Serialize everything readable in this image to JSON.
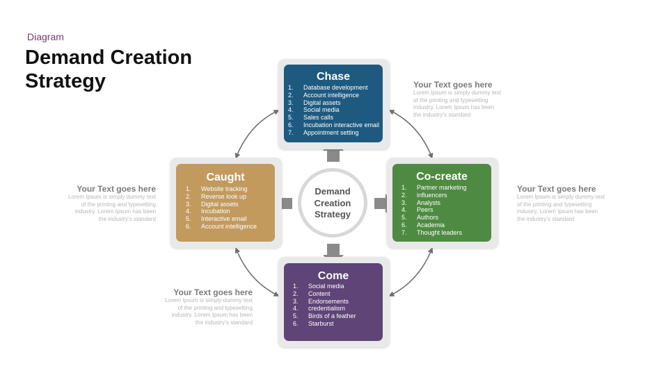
{
  "header": {
    "eyebrow": "Diagram",
    "title": "Demand Creation Strategy"
  },
  "center": {
    "line1": "Demand",
    "line2": "Creation",
    "line3": "Strategy"
  },
  "boxes": {
    "chase": {
      "title": "Chase",
      "color": "#1e5a80",
      "items": [
        {
          "n": "1.",
          "t": "Database development"
        },
        {
          "n": "2.",
          "t": "Account intelligence"
        },
        {
          "n": "3.",
          "t": "Digital assets"
        },
        {
          "n": "4.",
          "t": "Social media"
        },
        {
          "n": "5.",
          "t": "Sales calls"
        },
        {
          "n": "6.",
          "t": "Incubation interactive email"
        },
        {
          "n": "7.",
          "t": "Appointment setting"
        }
      ]
    },
    "caught": {
      "title": "Caught",
      "color": "#c29a5e",
      "items": [
        {
          "n": "1.",
          "t": "Website tracking"
        },
        {
          "n": "2.",
          "t": "Reverse look up"
        },
        {
          "n": "3.",
          "t": "Digital assets"
        },
        {
          "n": "4.",
          "t": "Incubation"
        },
        {
          "n": "5.",
          "t": "Interactive email"
        },
        {
          "n": "6.",
          "t": "Account intelligence"
        }
      ]
    },
    "cocreate": {
      "title": "Co-create",
      "color": "#4f8a43",
      "items": [
        {
          "n": "1.",
          "t": "Partner marketing"
        },
        {
          "n": "2.",
          "t": "influencers"
        },
        {
          "n": "3.",
          "t": "Analysts"
        },
        {
          "n": "4.",
          "t": "Peers"
        },
        {
          "n": "5.",
          "t": "Authors"
        },
        {
          "n": "6.",
          "t": "Academia"
        },
        {
          "n": "7.",
          "t": "Thought leaders"
        }
      ]
    },
    "come": {
      "title": "Come",
      "color": "#5e4477",
      "items": [
        {
          "n": "1.",
          "t": "Social media"
        },
        {
          "n": "2.",
          "t": "Content"
        },
        {
          "n": "3.",
          "t": "Endorsements"
        },
        {
          "n": "4.",
          "t": "credentialism"
        },
        {
          "n": "5.",
          "t": "Birds of a feather"
        },
        {
          "n": "6.",
          "t": "Starburst"
        }
      ]
    }
  },
  "notes": {
    "top_right": {
      "heading": "Your  Text goes here",
      "l1": "Lorem Ipsum is simply dummy text",
      "l2": "of the printing and typesetting",
      "l3": "industry. Lorem Ipsum has been",
      "l4": "the industry’s standard"
    },
    "right": {
      "heading": "Your  Text goes here",
      "l1": "Lorem Ipsum is simply dummy text",
      "l2": "of the printing and typesetting",
      "l3": "industry. Lorem Ipsum has been",
      "l4": "the industry’s standard"
    },
    "left": {
      "heading": "Your  Text goes here",
      "l1": "Lorem Ipsum is simply dummy text",
      "l2": "of the printing and typesetting",
      "l3": "industry. Lorem Ipsum has been",
      "l4": "the industry’s standard"
    },
    "bottom_left": {
      "heading": "Your  Text goes here",
      "l1": "Lorem Ipsum is simply dummy text",
      "l2": "of the printing and typesetting",
      "l3": "industry. Lorem Ipsum has been",
      "l4": "the industry’s standard"
    }
  },
  "colors": {
    "arrow": "#8a8a8a",
    "connector": "#707070"
  }
}
